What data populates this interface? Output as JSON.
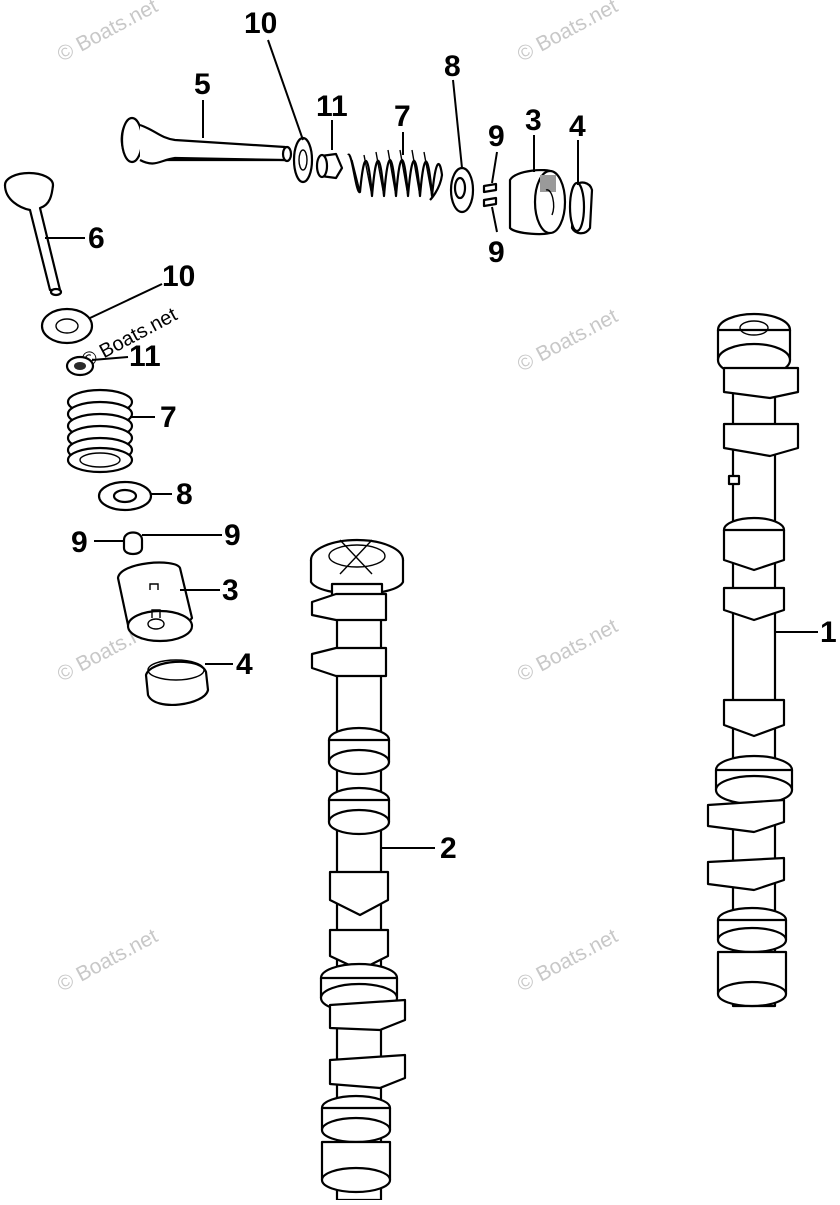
{
  "diagram": {
    "callouts": [
      {
        "id": "c10-top",
        "text": "10"
      },
      {
        "id": "c5",
        "text": "5"
      },
      {
        "id": "c11-top",
        "text": "11"
      },
      {
        "id": "c7-top",
        "text": "7"
      },
      {
        "id": "c8-top",
        "text": "8"
      },
      {
        "id": "c9-top-a",
        "text": "9"
      },
      {
        "id": "c3-top",
        "text": "3"
      },
      {
        "id": "c4-top",
        "text": "4"
      },
      {
        "id": "c9-top-b",
        "text": "9"
      },
      {
        "id": "c6",
        "text": "6"
      },
      {
        "id": "c10-left",
        "text": "10"
      },
      {
        "id": "c11-left",
        "text": "11"
      },
      {
        "id": "c7-left",
        "text": "7"
      },
      {
        "id": "c8-left",
        "text": "8"
      },
      {
        "id": "c9-left-a",
        "text": "9"
      },
      {
        "id": "c9-left-b",
        "text": "9"
      },
      {
        "id": "c3-left",
        "text": "3"
      },
      {
        "id": "c4-left",
        "text": "4"
      },
      {
        "id": "c2",
        "text": "2"
      },
      {
        "id": "c1",
        "text": "1"
      }
    ],
    "watermark": "© Boats.net"
  }
}
